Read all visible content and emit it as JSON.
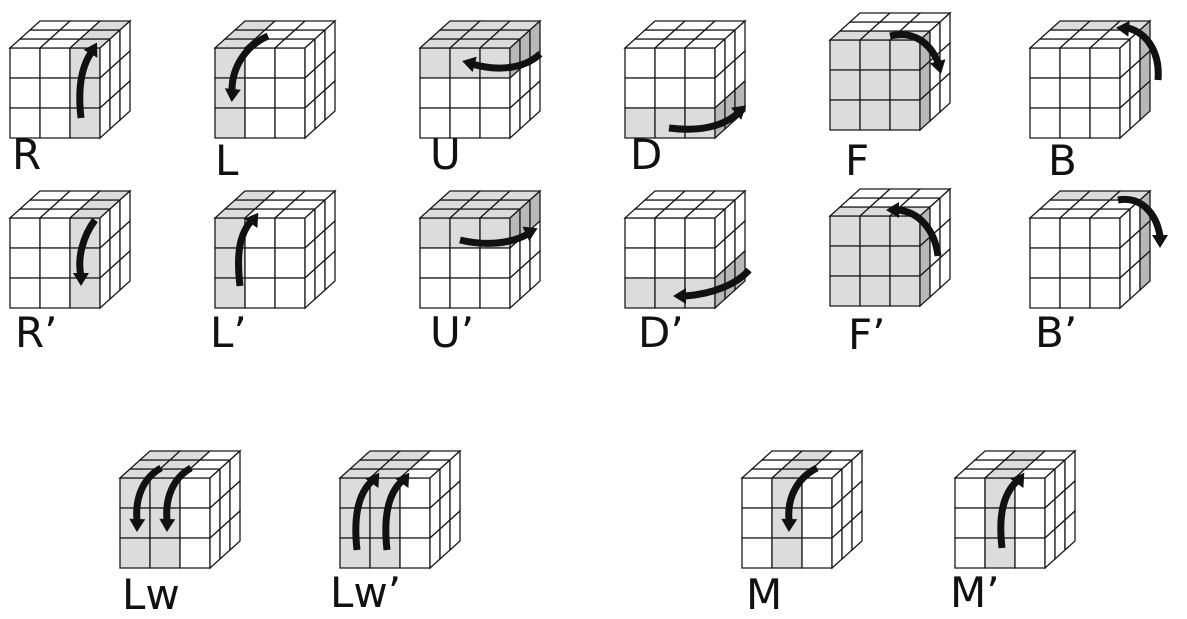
{
  "colors": {
    "stroke": "#1a1a1a",
    "face": "#ffffff",
    "highlight": "#dcdcdc",
    "highlight_dark": "#b8b8b8",
    "arrow": "#111111"
  },
  "moves": [
    {
      "id": "R",
      "label": "R",
      "highlight": "right-column",
      "arrow": "right-up"
    },
    {
      "id": "L",
      "label": "L",
      "highlight": "left-column",
      "arrow": "left-down"
    },
    {
      "id": "U",
      "label": "U",
      "highlight": "top-row",
      "arrow": "top-left"
    },
    {
      "id": "D",
      "label": "D",
      "highlight": "bottom-row",
      "arrow": "bottom-right"
    },
    {
      "id": "F",
      "label": "F",
      "highlight": "front-face",
      "arrow": "front-cw"
    },
    {
      "id": "B",
      "label": "B",
      "highlight": "back-edge",
      "arrow": "back-ccw"
    },
    {
      "id": "Rp",
      "label": "R’",
      "highlight": "right-column",
      "arrow": "right-down"
    },
    {
      "id": "Lp",
      "label": "L’",
      "highlight": "left-column",
      "arrow": "left-up"
    },
    {
      "id": "Up",
      "label": "U’",
      "highlight": "top-row",
      "arrow": "top-right"
    },
    {
      "id": "Dp",
      "label": "D’",
      "highlight": "bottom-row",
      "arrow": "bottom-left"
    },
    {
      "id": "Fp",
      "label": "F’",
      "highlight": "front-face",
      "arrow": "front-ccw"
    },
    {
      "id": "Bp",
      "label": "B’",
      "highlight": "back-edge",
      "arrow": "back-cw"
    },
    {
      "id": "Lw",
      "label": "Lw",
      "highlight": "left-two-columns",
      "arrow": "double-down"
    },
    {
      "id": "Lwp",
      "label": "Lw’",
      "highlight": "left-two-columns",
      "arrow": "double-up"
    },
    {
      "id": "M",
      "label": "M",
      "highlight": "middle-column",
      "arrow": "middle-down"
    },
    {
      "id": "Mp",
      "label": "M’",
      "highlight": "middle-column",
      "arrow": "middle-up"
    }
  ]
}
